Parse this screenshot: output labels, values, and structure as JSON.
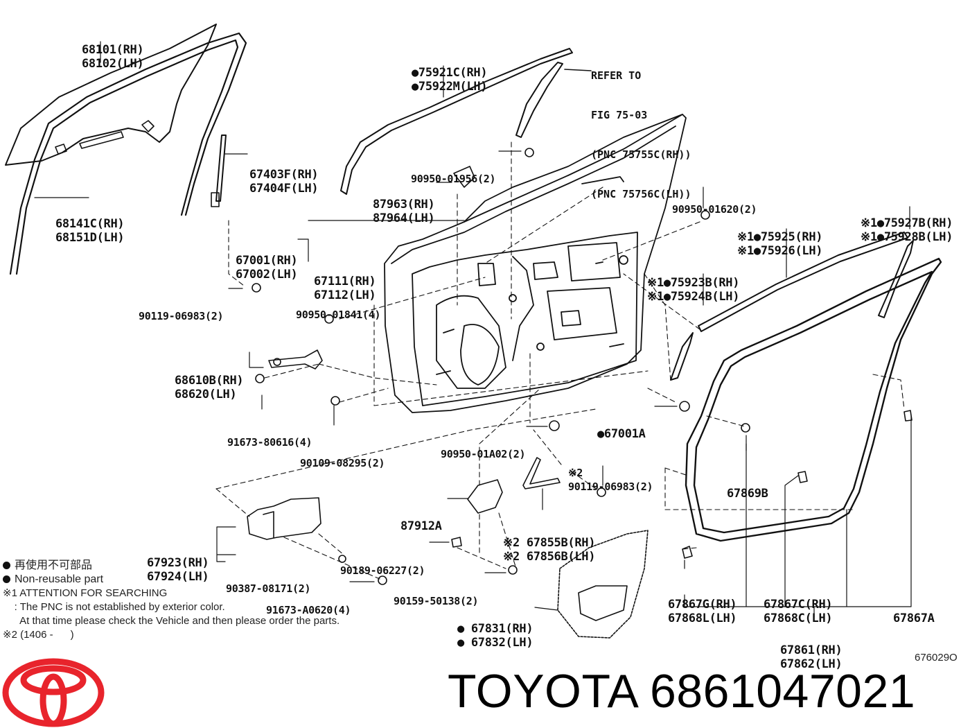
{
  "parts": [
    {
      "id": "p_68101",
      "lines": [
        "68101(RH)",
        "68102(LH)"
      ]
    },
    {
      "id": "p_68141",
      "lines": [
        "68141C(RH)",
        "68151D(LH)"
      ]
    },
    {
      "id": "p_67403",
      "lines": [
        "67403F(RH)",
        "67404F(LH)"
      ]
    },
    {
      "id": "p_67001",
      "lines": [
        "67001(RH)",
        "67002(LH)"
      ]
    },
    {
      "id": "p_67111",
      "lines": [
        "67111(RH)",
        "67112(LH)"
      ]
    },
    {
      "id": "p_90119a",
      "lines": [
        "90119-06983(2)"
      ]
    },
    {
      "id": "p_90950_01841",
      "lines": [
        "90950-01841(4)"
      ]
    },
    {
      "id": "p_75921",
      "lines": [
        "●75921C(RH)",
        "●75922M(LH)"
      ]
    },
    {
      "id": "p_90950_01956",
      "lines": [
        "90950-01956(2)"
      ]
    },
    {
      "id": "p_87963",
      "lines": [
        "87963(RH)",
        "87964(LH)"
      ]
    },
    {
      "id": "p_90950_01620",
      "lines": [
        "90950-01620(2)"
      ]
    },
    {
      "id": "p_75927",
      "lines": [
        "※1●75927B(RH)",
        "※1●75928B(LH)"
      ]
    },
    {
      "id": "p_75925",
      "lines": [
        "※1●75925(RH)",
        "※1●75926(LH)"
      ]
    },
    {
      "id": "p_75923",
      "lines": [
        "※1●75923B(RH)",
        "※1●75924B(LH)"
      ]
    },
    {
      "id": "p_68610",
      "lines": [
        "68610B(RH)",
        "68620(LH)"
      ]
    },
    {
      "id": "p_91673_80616",
      "lines": [
        "91673-80616(4)"
      ]
    },
    {
      "id": "p_90109",
      "lines": [
        "90109-08295(2)"
      ]
    },
    {
      "id": "p_90950_01a02",
      "lines": [
        "90950-01A02(2)"
      ]
    },
    {
      "id": "p_67001a",
      "lines": [
        "●67001A"
      ]
    },
    {
      "id": "p_90119b",
      "lines": [
        "※2",
        "90119-06983(2)"
      ]
    },
    {
      "id": "p_67869b",
      "lines": [
        "67869B"
      ]
    },
    {
      "id": "p_87912a",
      "lines": [
        "87912A"
      ]
    },
    {
      "id": "p_67855",
      "lines": [
        "※2 67855B(RH)",
        "※2 67856B(LH)"
      ]
    },
    {
      "id": "p_67923",
      "lines": [
        "67923(RH)",
        "67924(LH)"
      ]
    },
    {
      "id": "p_90189",
      "lines": [
        "90189-06227(2)"
      ]
    },
    {
      "id": "p_90387",
      "lines": [
        "90387-08171(2)"
      ]
    },
    {
      "id": "p_91673_a0620",
      "lines": [
        "91673-A0620(4)"
      ]
    },
    {
      "id": "p_90159",
      "lines": [
        "90159-50138(2)"
      ]
    },
    {
      "id": "p_67831",
      "lines": [
        "● 67831(RH)",
        "● 67832(LH)"
      ]
    },
    {
      "id": "p_67867g",
      "lines": [
        "67867G(RH)",
        "67868L(LH)"
      ]
    },
    {
      "id": "p_67867c",
      "lines": [
        "67867C(RH)",
        "67868C(LH)"
      ]
    },
    {
      "id": "p_67867a",
      "lines": [
        "67867A"
      ]
    },
    {
      "id": "p_67861",
      "lines": [
        "67861(RH)",
        "67862(LH)"
      ]
    }
  ],
  "refer_note": {
    "lines": [
      "REFER TO",
      "FIG 75-03",
      "(PNC 75755C(RH))",
      "(PNC 75756C(LH))"
    ]
  },
  "legend": {
    "jp": "再使用不可部品",
    "en": "Non-reusable part",
    "note1_title": "※1 ATTENTION FOR SEARCHING",
    "note1_line1": "    : The PNC is not established by exterior color.",
    "note1_line2": "      At that time please check the Vehicle and then please order the parts.",
    "note2": "※2 (1406 -      )"
  },
  "figure_id": "676029O",
  "brand": "TOYOTA",
  "part_number": "6861047021",
  "colors": {
    "line": "#111111",
    "logo_red": "#e8242c"
  }
}
